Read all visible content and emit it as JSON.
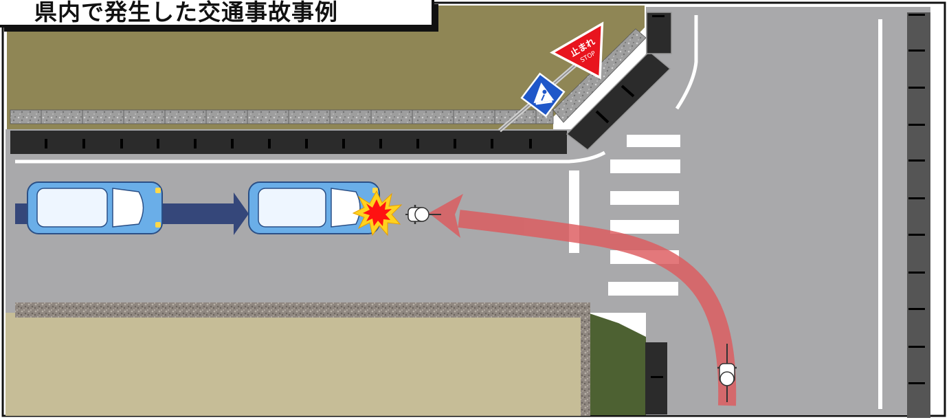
{
  "title": "県内で発生した交通事故事例",
  "sign_stop": {
    "text_ja": "止まれ",
    "text_en": "STOP"
  },
  "colors": {
    "road": "#a9a9ab",
    "field_upper": "#8f8655",
    "field_lower": "#c6bd97",
    "grass_block": "#4d6132",
    "curb": "#2b2b2b",
    "car": "#6aaee8",
    "car_path_arrow": "#35477a",
    "bicycle_path_arrow": "#dd5a5e",
    "collision": "#ff1111",
    "sign_stop": "#e8141e",
    "sign_crosswalk": "#1f57c9"
  },
  "icons": [
    "car",
    "bicycle",
    "collision-burst",
    "stop-sign",
    "pedestrian-crossing-sign"
  ]
}
